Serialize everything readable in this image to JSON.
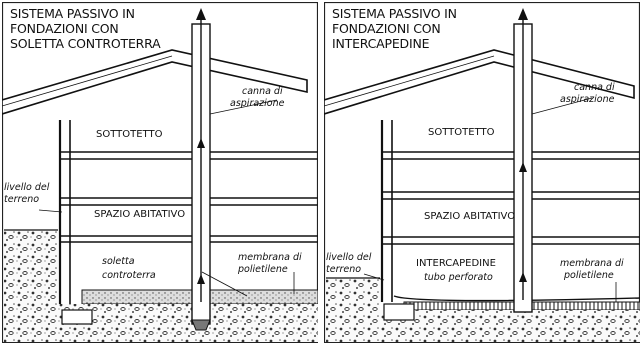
{
  "panels": [
    {
      "title_lines": [
        "SISTEMA PASSIVO IN",
        "FONDAZIONI CON",
        "SOLETTA CONTROTERRA"
      ],
      "labels": {
        "canna_1": "canna di",
        "canna_2": "aspirazione",
        "sottotetto": "SOTTOTETTO",
        "livello_1": "livello del",
        "livello_2": "terreno",
        "spazio": "SPAZIO ABITATIVO",
        "soletta_1": "soletta",
        "soletta_2": "controterra",
        "membrana_1": "membrana di",
        "membrana_2": "polietilene"
      }
    },
    {
      "title_lines": [
        "SISTEMA PASSIVO IN",
        "FONDAZIONI CON",
        "INTERCAPEDINE"
      ],
      "labels": {
        "canna_1": "canna di",
        "canna_2": "aspirazione",
        "sottotetto": "SOTTOTETTO",
        "livello_1": "livello del",
        "livello_2": "terreno",
        "spazio": "SPAZIO ABITATIVO",
        "intercapedine": "INTERCAPEDINE",
        "tubo": "tubo perforato",
        "membrana_1": "membrana di",
        "membrana_2": "polietilene"
      }
    }
  ]
}
